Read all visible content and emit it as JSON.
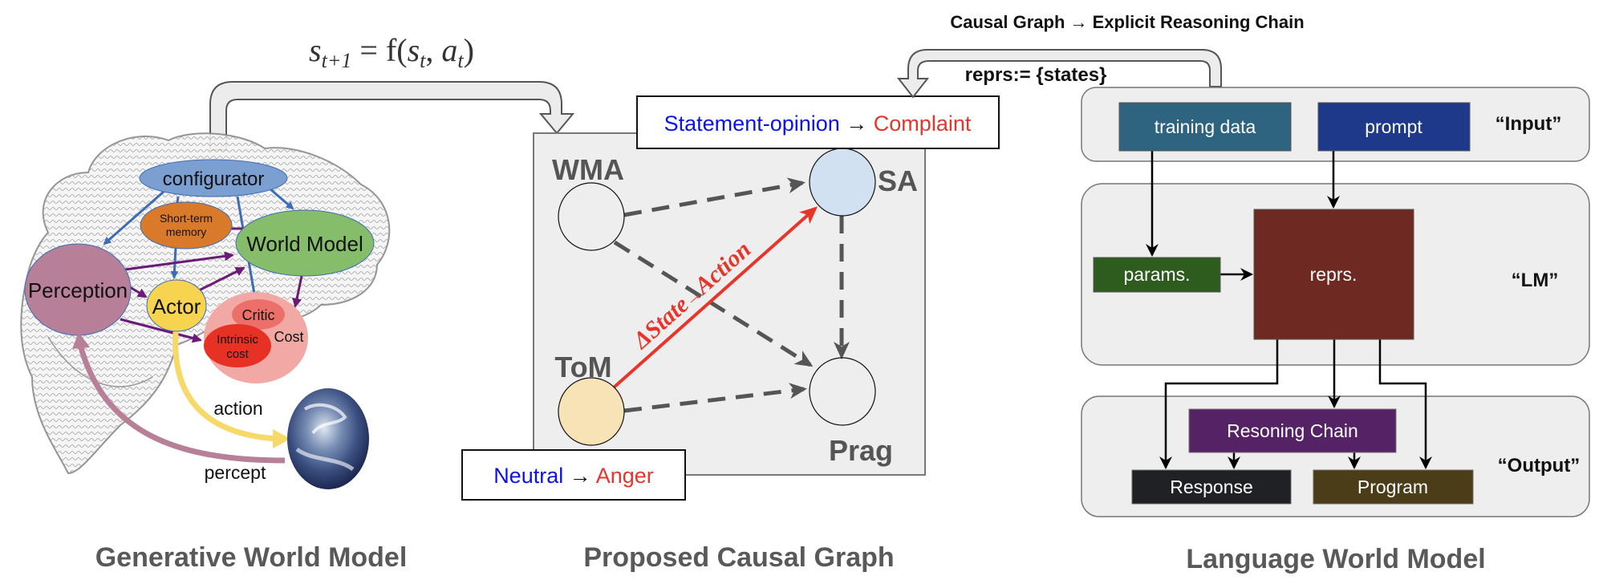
{
  "left_panel": {
    "formula": "s_{t+1} = f(s_t, a_t)",
    "formula_parts": {
      "s": "s",
      "sub1": "t+1",
      "eq": " = f(",
      "s2": "s",
      "sub2": "t",
      "comma": ", ",
      "a": "a",
      "sub3": "t",
      "close": ")"
    },
    "nodes": {
      "configurator": "configurator",
      "short_term_memory_line1": "Short-term",
      "short_term_memory_line2": "memory",
      "world_model": "World Model",
      "perception": "Perception",
      "actor": "Actor",
      "critic": "Critic",
      "cost": "Cost",
      "intrinsic_cost_line1": "Intrinsic",
      "intrinsic_cost_line2": "cost"
    },
    "edges": {
      "action": "action",
      "percept": "percept"
    },
    "colors": {
      "configurator": "#7b9fd1",
      "short_term_memory": "#d97a2b",
      "world_model": "#86bd6b",
      "perception": "#b88098",
      "actor": "#f7d44f",
      "cost": "#f2a9a5",
      "critic": "#ec6f6a",
      "intrinsic_cost": "#e63124",
      "blue_arrow": "#3d6db5",
      "purple_arrow": "#6b1a78"
    },
    "title": "Generative World Model"
  },
  "middle_panel": {
    "nodes": {
      "wma": "WMA",
      "sa": "SA",
      "tom": "ToM",
      "prag": "Prag"
    },
    "top_callout": {
      "from": "Statement-opinion",
      "arrow": " → ",
      "to": "Complaint"
    },
    "bottom_callout": {
      "from": "Neutral",
      "arrow": " → ",
      "to": "Anger"
    },
    "highlight_edge": {
      "label_delta": "ΔState",
      "arrow": "→",
      "label_action": "Action"
    },
    "colors": {
      "sa": "#d2e1f1",
      "tom": "#f8e3b7",
      "highlight": "#e8352a",
      "from_text": "#0a14e6",
      "to_text": "#e8352a"
    },
    "title": "Proposed Causal Graph"
  },
  "right_panel": {
    "top_label": "Causal Graph → Explicit Reasoning Chain",
    "arrow_label": "reprs:= {states}",
    "sections": {
      "input": "“Input”",
      "lm": "“LM”",
      "output": "“Output”"
    },
    "boxes": {
      "training_data": "training data",
      "prompt": "prompt",
      "params": "params.",
      "reprs": "reprs.",
      "reasoning_chain": "Resoning Chain",
      "response": "Response",
      "program": "Program"
    },
    "colors": {
      "training_data": "#2e6480",
      "prompt": "#1f398a",
      "params": "#2e5b1e",
      "reprs": "#6e2a22",
      "reasoning_chain": "#552265",
      "response": "#1f2124",
      "program": "#4a3d18"
    },
    "title": "Language World Model"
  }
}
